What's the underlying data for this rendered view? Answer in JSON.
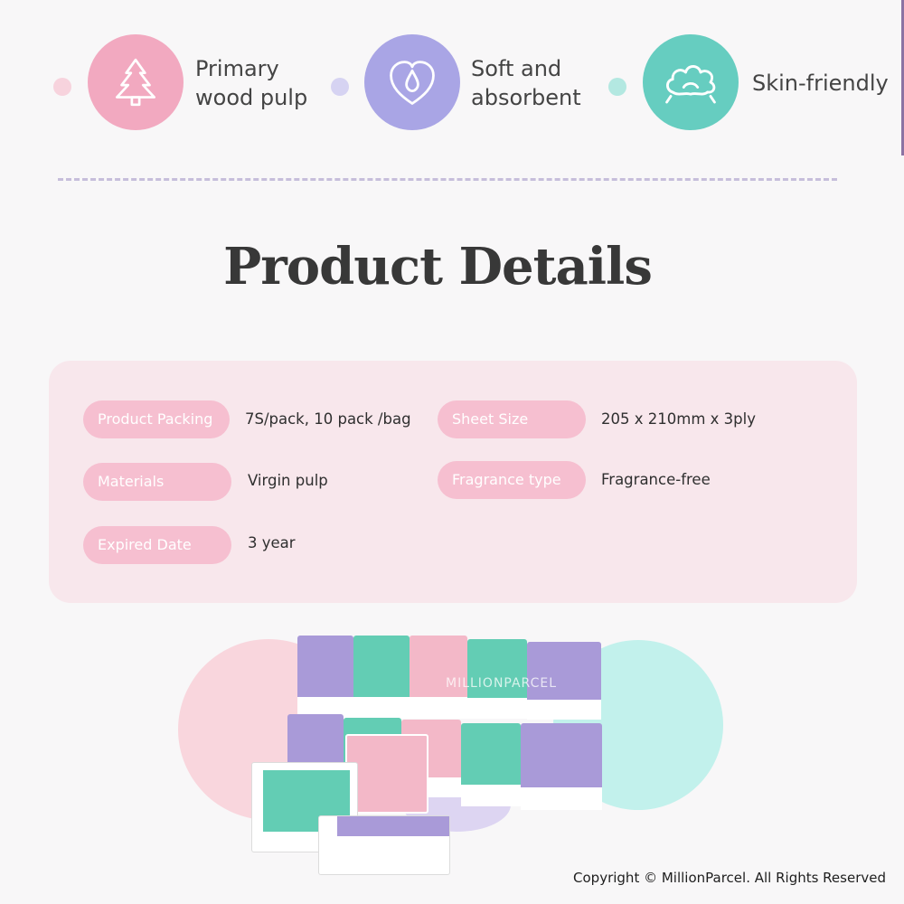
{
  "features": [
    {
      "line1": "Primary",
      "line2": "wood pulp",
      "icon": "tree-icon",
      "color": "#f2a9c0",
      "dot_color": "#f7d3dd"
    },
    {
      "line1": "Soft and",
      "line2": "absorbent",
      "icon": "heart-drop-icon",
      "color": "#a9a5e5",
      "dot_color": "#d6d3f2"
    },
    {
      "line1": "Skin-friendly",
      "icon": "cloud-face-icon",
      "color": "#66cdc0",
      "dot_color": "#b3e8e1"
    }
  ],
  "title": "Product Details",
  "details": {
    "packing_label": "Product Packing",
    "packing_value": "7S/pack, 10 pack /bag",
    "sheet_label": "Sheet Size",
    "sheet_value": "205 x 210mm x 3ply",
    "materials_label": "Materials",
    "materials_value": "Virgin pulp",
    "fragrance_label": "Fragrance type",
    "fragrance_value": "Fragrance-free",
    "expired_label": "Expired Date",
    "expired_value": "3 year"
  },
  "product_image": {
    "watermark": "MILLIONPARCEL"
  },
  "colors": {
    "purple": "#a99ad8",
    "teal": "#63cdb4",
    "pink": "#f3b8c8",
    "pill": "#f6bfd0",
    "card": "#f8e7ec"
  },
  "copyright": "Copyright © MillionParcel. All Rights Reserved"
}
